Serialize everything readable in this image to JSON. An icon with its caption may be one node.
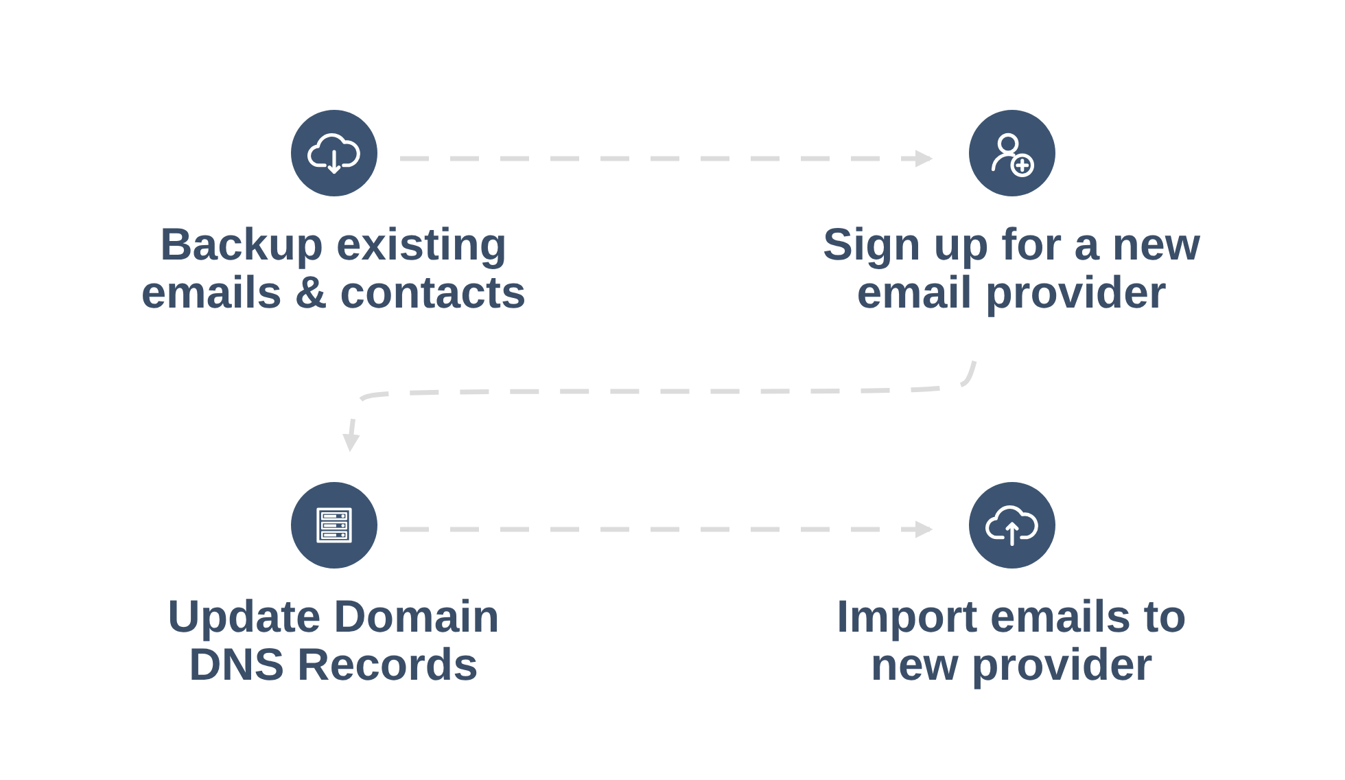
{
  "diagram": {
    "nodes": [
      {
        "text": [
          "Backup existing emails & contacts"
        ]
      },
      {
        "text": [
          "Sign up for a new email provider"
        ]
      },
      {
        "text": [
          "Update Domain DNS Records"
        ]
      },
      {
        "text": [
          "Import emails to new provider"
        ]
      }
    ],
    "edges": [
      {
        "from": 0,
        "to": 1,
        "arrow": "to",
        "style": "dashed"
      },
      {
        "from": 1,
        "to": 2,
        "arrow": "to",
        "style": "dashed"
      },
      {
        "from": 2,
        "to": 3,
        "arrow": "to",
        "style": "dashed"
      }
    ]
  }
}
